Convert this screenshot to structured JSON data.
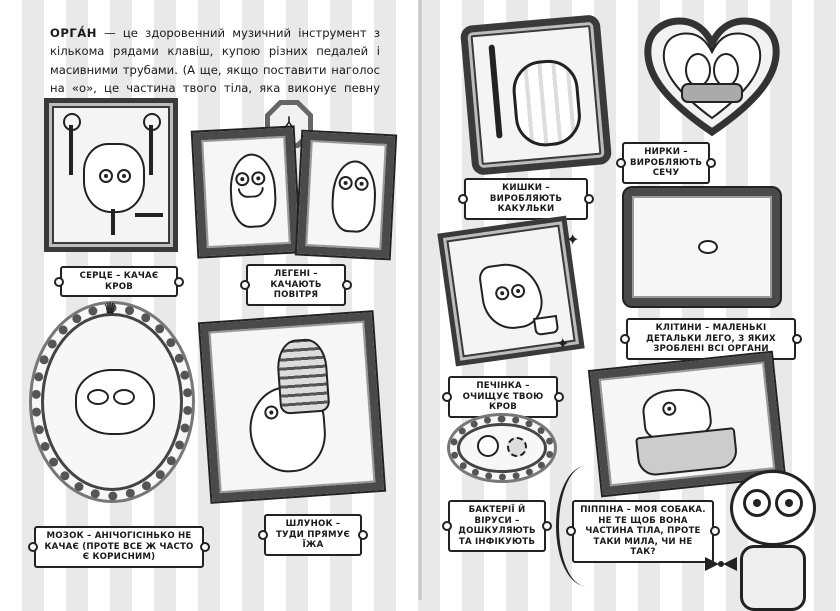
{
  "intro": {
    "term": "ОРГА́Н",
    "text": " — це здоровенний музичний інструмент з кількома рядами клавіш, купою різних педалей і масивними трубами. (А ще, якщо поставити наголос на «о», це частина твого тіла, яка виконує певну роботу.)"
  },
  "labels": {
    "heart": "СЕРЦЕ – КАЧАЄ КРОВ",
    "lungs": "ЛЕГЕНІ – КАЧАЮТЬ ПОВІТРЯ",
    "brain": "МОЗОК – АНІЧОГІСІНЬКО НЕ КАЧАЄ (ПРОТЕ ВСЕ Ж ЧАСТО Є КОРИСНИМ)",
    "stomach": "ШЛУНОК – ТУДИ ПРЯМУЄ ЇЖА",
    "intestines": "КИШКИ – ВИРОБЛЯЮТЬ КАКУЛЬКИ",
    "kidneys": "НИРКИ – ВИРОБЛЯЮТЬ СЕЧУ",
    "cells": "КЛІТИНИ – МАЛЕНЬКІ ДЕТАЛЬКИ ЛЕГО, З ЯКИХ ЗРОБЛЕНІ ВСІ ОРГАНИ",
    "liver": "ПЕЧІНКА – ОЧИЩУЄ ТВОЮ КРОВ",
    "bacteria": "БАКТЕРІЇ Й ВІРУСИ – ДОШКУЛЯЮТЬ ТА ІНФІКУЮТЬ",
    "dog": "ПІППІНА – МОЯ СОБАКА. НЕ ТЕ ЩОБ ВОНА ЧАСТИНА ТІЛА, ПРОТЕ ТАКИ МИЛА, ЧИ НЕ ТАК?"
  }
}
